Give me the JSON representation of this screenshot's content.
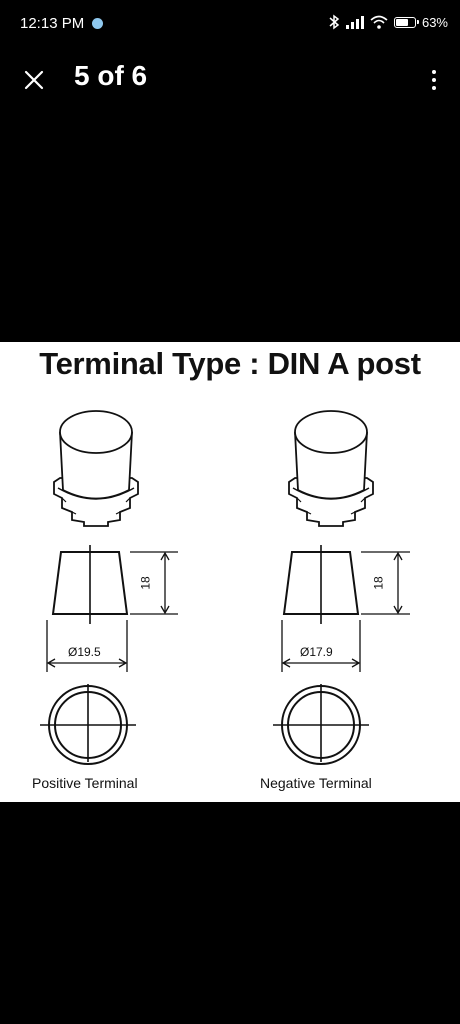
{
  "status_bar": {
    "time": "12:13 PM",
    "battery": "63%",
    "icons": [
      "bluetooth-icon",
      "signal-icon",
      "wifi-icon",
      "battery-icon"
    ]
  },
  "toolbar": {
    "title": "5 of 6",
    "icons": [
      "close-icon",
      "more-vert-icon"
    ]
  },
  "image": {
    "title": "Terminal Type : DIN A post",
    "positive": {
      "height": "18",
      "diameter": "Ø19.5",
      "label": "Positive Terminal"
    },
    "negative": {
      "height": "18",
      "diameter": "Ø17.9",
      "label": "Negative Terminal"
    }
  },
  "colors": {
    "background": "#000000",
    "panel": "#ffffff",
    "ink": "#111111"
  }
}
